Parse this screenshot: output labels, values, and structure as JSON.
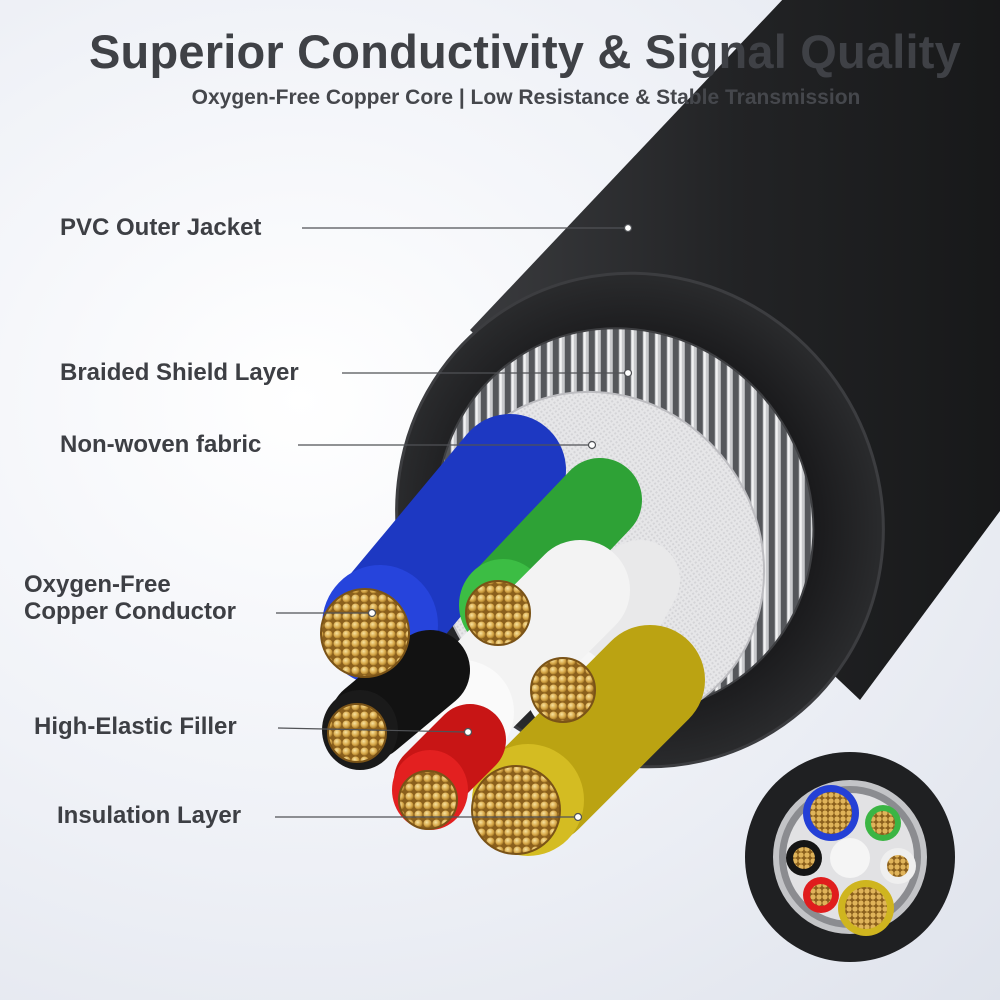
{
  "header": {
    "title": "Superior Conductivity & Signal Quality",
    "subtitle": "Oxygen-Free Copper Core | Low Resistance & Stable Transmission"
  },
  "callouts": {
    "pvc_jacket": "PVC Outer Jacket",
    "braided_shield": "Braided Shield Layer",
    "nonwoven": "Non-woven fabric",
    "conductor_line1": "Oxygen-Free",
    "conductor_line2": "Copper Conductor",
    "filler": "High-Elastic Filler",
    "insulation": "Insulation Layer"
  },
  "colors": {
    "jacket": "#1e1f21",
    "shield": "#8e8f93",
    "fabric": "#e4e4e6",
    "copper": "#d4a84a",
    "wire_blue": "#1f3fd0",
    "wire_green": "#33b03a",
    "wire_white": "#f1f1f1",
    "wire_yellow": "#c9b21a",
    "wire_red": "#d81c1c",
    "wire_black": "#141414",
    "leader_line": "#505256"
  }
}
